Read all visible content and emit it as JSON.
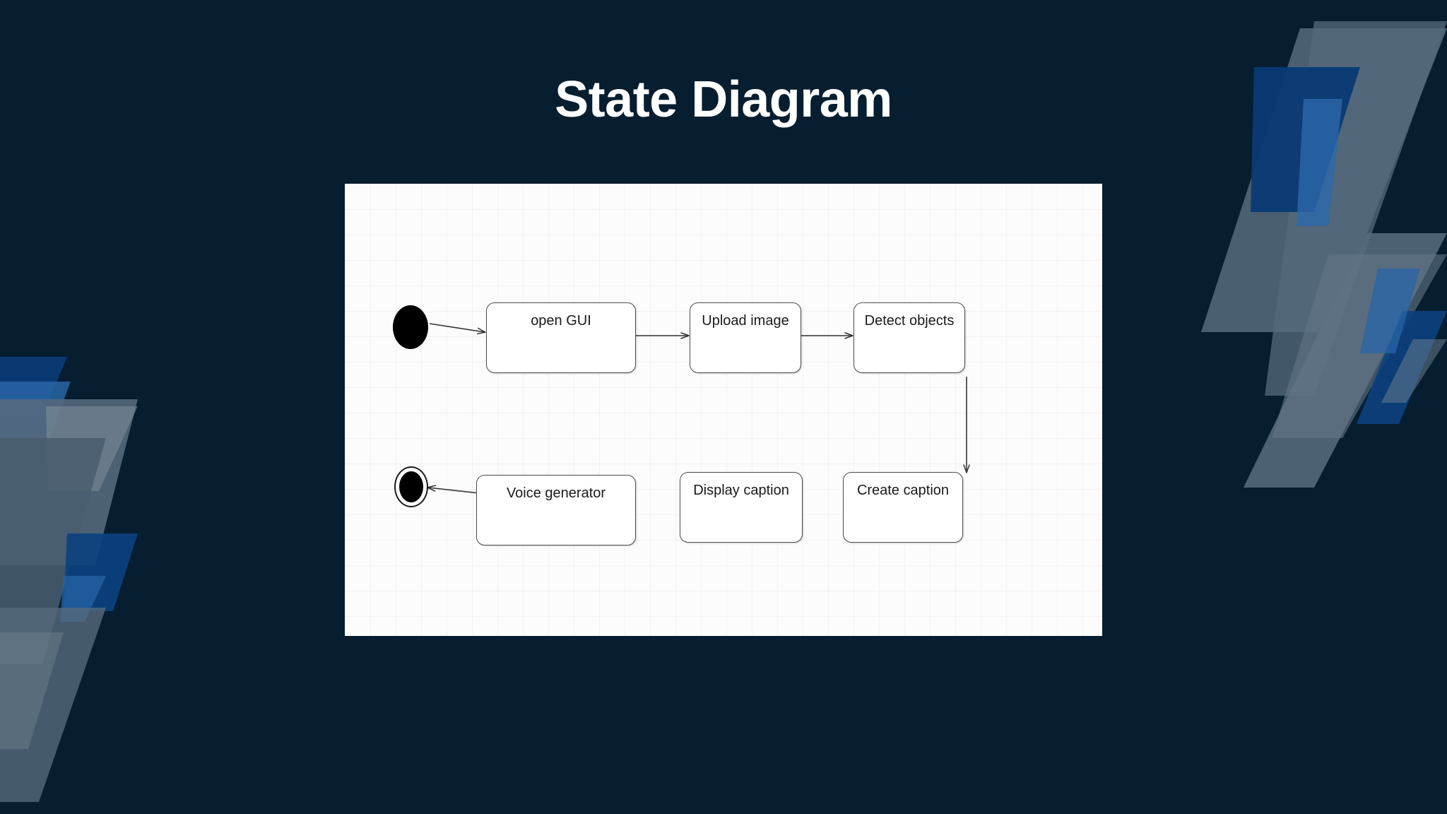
{
  "slide": {
    "title": "State Diagram",
    "background_color": "#061e2f",
    "title_color": "#ffffff",
    "canvas_color": "#fcfcfc"
  },
  "diagram": {
    "type": "uml-state-diagram",
    "nodes": [
      {
        "id": "start",
        "kind": "initial-state",
        "label": ""
      },
      {
        "id": "s1",
        "kind": "state",
        "label": "open GUI"
      },
      {
        "id": "s2",
        "kind": "state",
        "label": "Upload image"
      },
      {
        "id": "s3",
        "kind": "state",
        "label": "Detect objects"
      },
      {
        "id": "s4",
        "kind": "state",
        "label": "Create caption"
      },
      {
        "id": "s5",
        "kind": "state",
        "label": "Display caption"
      },
      {
        "id": "s6",
        "kind": "state",
        "label": "Voice generator"
      },
      {
        "id": "end",
        "kind": "final-state",
        "label": ""
      }
    ],
    "edges": [
      {
        "from": "start",
        "to": "s1",
        "label": "",
        "direction": "right"
      },
      {
        "from": "s1",
        "to": "s2",
        "label": "",
        "direction": "right"
      },
      {
        "from": "s2",
        "to": "s3",
        "label": "",
        "direction": "right"
      },
      {
        "from": "s3",
        "to": "s4",
        "label": "",
        "direction": "down"
      },
      {
        "from": "s4",
        "to": "s5",
        "label": "",
        "direction": "left"
      },
      {
        "from": "s5",
        "to": "s6",
        "label": "",
        "direction": "left"
      },
      {
        "from": "s6",
        "to": "end",
        "label": "",
        "direction": "left"
      }
    ],
    "stroke_color": "#4d4d4d",
    "node_fill": "#ffffff",
    "text_color": "#1a1a1a"
  },
  "decoration": {
    "shape_colors": {
      "slate": "#5d7183",
      "slate_light": "#8e9eaa",
      "blue_dark": "#0b3d7a",
      "blue_mid": "#2f6fb5",
      "blue_bright": "#1f5fa8"
    }
  }
}
